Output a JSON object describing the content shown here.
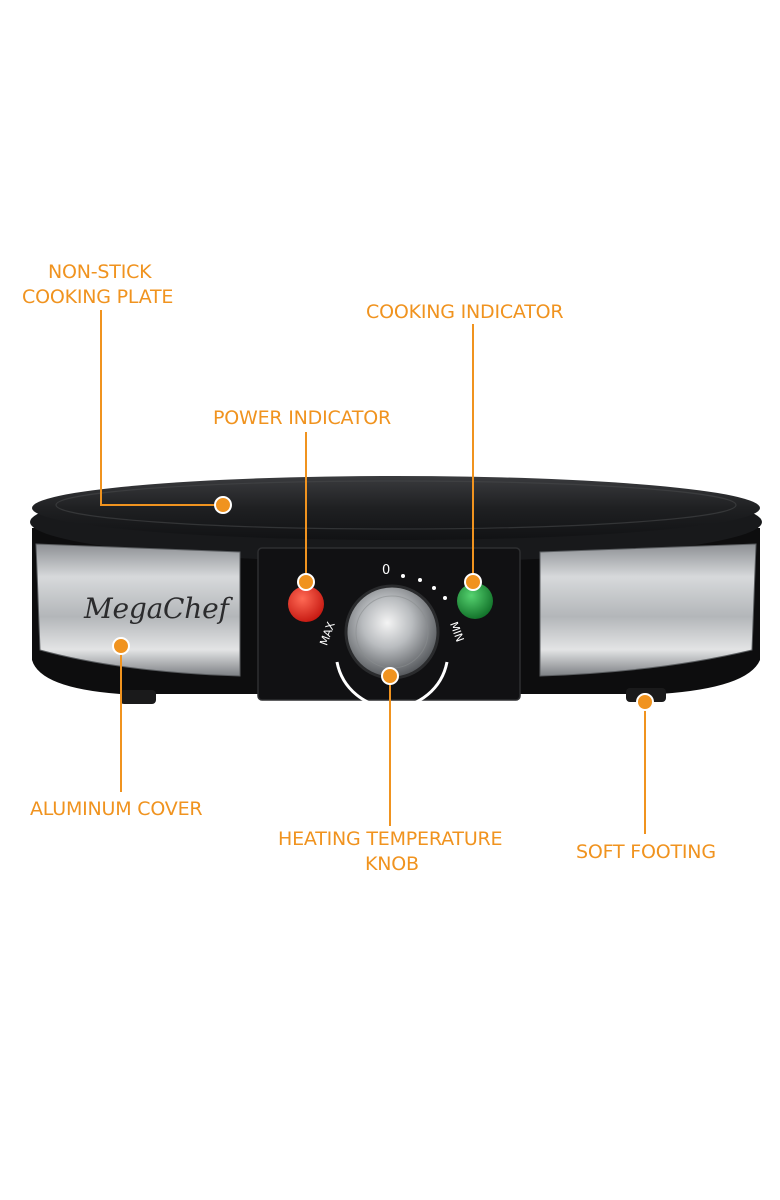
{
  "colors": {
    "accent": "#f0931f",
    "plate": "#202123",
    "steel": "#b9bcbf",
    "power_light": "#e8231b",
    "cooking_light": "#1e9a3b"
  },
  "product": {
    "brand_logo": "MegaChef",
    "dial": {
      "zero": "0",
      "max": "MAX",
      "min": "MIN"
    }
  },
  "callouts": {
    "non_stick": {
      "line1": "NON-STICK",
      "line2": "COOKING PLATE"
    },
    "cooking_indicator": "COOKING INDICATOR",
    "power_indicator": "POWER INDICATOR",
    "aluminum_cover": "ALUMINUM COVER",
    "heating_knob": {
      "line1": "HEATING TEMPERATURE",
      "line2": "KNOB"
    },
    "soft_footing": "SOFT FOOTING"
  }
}
